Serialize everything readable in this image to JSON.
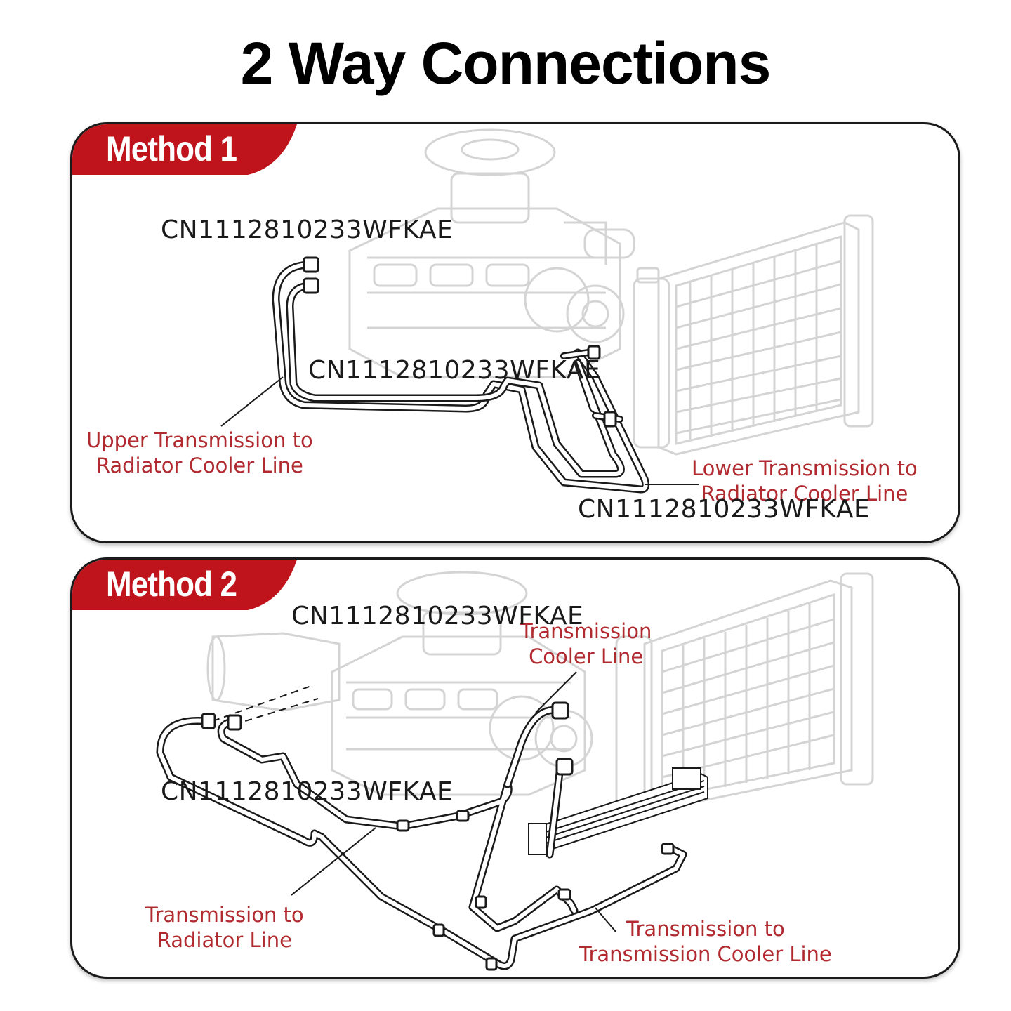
{
  "title": "2 Way Connections",
  "method1": {
    "badge": "Method 1",
    "upper_label": [
      "Upper Transmission to",
      "Radiator Cooler Line"
    ],
    "lower_label": [
      "Lower Transmission to",
      "Radiator Cooler Line"
    ]
  },
  "method2": {
    "badge": "Method 2",
    "cooler_label": [
      "Transmission",
      "Cooler Line"
    ],
    "radiator_label": [
      "Transmission to",
      "Radiator Line"
    ],
    "trans_cooler_label": [
      "Transmission to",
      "Transmission Cooler Line"
    ]
  },
  "watermark": "CN1112810233WFKAE",
  "colors": {
    "accent_red": "#c0141c",
    "label_red": "#b02a30",
    "line": "#1a1a1a",
    "ghost": "#d4d4d4"
  }
}
